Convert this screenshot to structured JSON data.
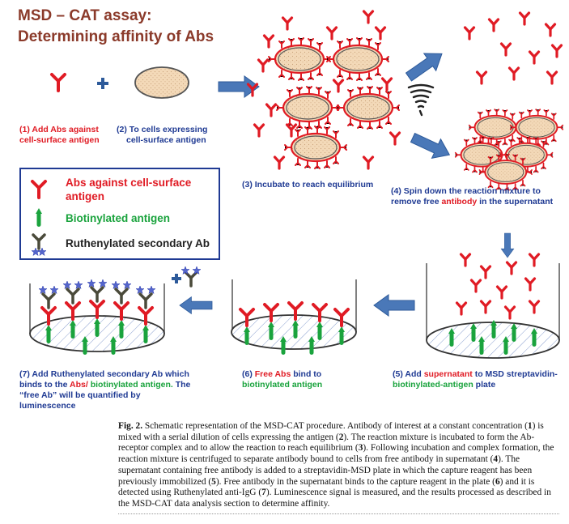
{
  "title": {
    "line1": "MSD – CAT assay:",
    "line2": "Determining affinity of Abs"
  },
  "steps": {
    "s1": {
      "line1": "(1) Add Abs against",
      "line2": "cell-surface antigen"
    },
    "s2": {
      "line1": "(2) To cells expressing",
      "line2": "cell-surface antigen"
    },
    "s3": {
      "line1": "(3) Incubate to reach equilibrium"
    },
    "s4": {
      "line1": "(4) Spin down the reaction mixture to",
      "line2a": "remove free ",
      "line2b": "antibody",
      "line2c": " in the supernatant"
    },
    "s5": {
      "a": "(5) Add ",
      "b": "supernatant",
      "c": " to MSD streptavidin-",
      "d": "biotinylated-antigen",
      "e": " plate"
    },
    "s6": {
      "a": "(6) ",
      "b": "Free Abs",
      "c": " bind to",
      "d": "biotinylated antigen"
    },
    "s7": {
      "a": "(7) Add ",
      "b": "Ruthenylated secondary Ab",
      "c": " which",
      "d": "binds to the ",
      "e": "Abs/ ",
      "f": "biotinylated antigen.",
      "g": " The",
      "h": "“free Ab” will be quantified by",
      "i": "luminescence"
    }
  },
  "legend": {
    "item1_line1": "Abs against cell-surface",
    "item1_line2": "antigen",
    "item2": "Biotinylated antigen",
    "item3": "Ruthenylated  secondary Ab"
  },
  "caption": {
    "label": "Fig. 2.",
    "p1": " Schematic representation of the MSD-CAT procedure. Antibody of interest at a constant concentration (",
    "n1": "1",
    "p2": ") is mixed with a serial dilution of cells expressing the antigen (",
    "n2": "2",
    "p3": "). The reaction mixture is incubated to form the Ab-receptor complex and to allow the reaction to reach equilibrium (",
    "n3": "3",
    "p4": "). Following incubation and complex formation, the reaction mixture is centrifuged to separate antibody bound to cells from free antibody in supernatant (",
    "n4": "4",
    "p5": "). The supernatant containing free antibody is added to a streptavidin-MSD plate in which the capture reagent has been previously immobilized (",
    "n5": "5",
    "p6": "). Free antibody in the supernatant binds to the capture reagent in the plate (",
    "n6": "6",
    "p7": ") and it is detected using Ruthenylated anti-IgG (",
    "n7": "7",
    "p8": "). Luminescence signal is measured, and the results processed as described in the MSD-CAT data analysis section to determine affinity."
  },
  "colors": {
    "title": "#8b3a2a",
    "antibody": "#e01b24",
    "antigen": "#1aa33d",
    "arrow": "#4a78b8",
    "label_blue": "#1f3a93",
    "cell_fill": "#f3d9b8",
    "secondary_ab": "#4a4a3a",
    "ruthenium": "#5566cc"
  }
}
